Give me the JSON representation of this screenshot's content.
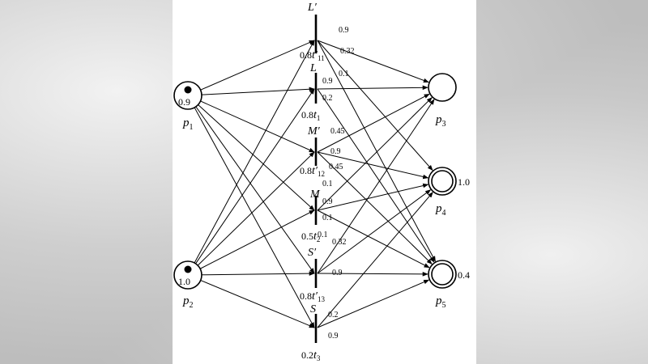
{
  "places": [
    {
      "id": "p1",
      "label": "p",
      "sub": "1",
      "token": true,
      "value": "0.9"
    },
    {
      "id": "p2",
      "label": "p",
      "sub": "2",
      "token": true,
      "value": "1.0"
    },
    {
      "id": "p3",
      "label": "p",
      "sub": "3",
      "token": false,
      "value": ""
    },
    {
      "id": "p4",
      "label": "p",
      "sub": "4",
      "token": false,
      "value": "1.0",
      "double": true
    },
    {
      "id": "p5",
      "label": "p",
      "sub": "5",
      "token": false,
      "value": "0.4",
      "double": true
    }
  ],
  "transitions": [
    {
      "id": "t11",
      "name": "L′",
      "factor": "0.8",
      "t": "t",
      "sub": "11",
      "prime": true
    },
    {
      "id": "t1",
      "name": "L",
      "factor": "0.8",
      "t": "t",
      "sub": "1",
      "prime": false
    },
    {
      "id": "t12",
      "name": "M′",
      "factor": "0.8",
      "t": "t",
      "sub": "12",
      "prime": true
    },
    {
      "id": "t2",
      "name": "M",
      "factor": "0.5",
      "t": "t",
      "sub": "2",
      "prime": false
    },
    {
      "id": "t13",
      "name": "S′",
      "factor": "0.8",
      "t": "t",
      "sub": "13",
      "prime": true
    },
    {
      "id": "t3",
      "name": "S",
      "factor": "0.2",
      "t": "t",
      "sub": "3",
      "prime": false
    }
  ],
  "weights": {
    "t11_p3": "0.9",
    "t11_p4": "0.32",
    "t11_p5": "0.1",
    "t1_p3": "0.9",
    "t1_p5": "0.2",
    "t12_p3": "0.45",
    "t12_p4": "0.9",
    "t12_p5": "0.45",
    "t2_p3": "0.1",
    "t2_p4": "0.9",
    "t2_p5": "0.1",
    "t13_p3": "0.1",
    "t13_p4": "0.32",
    "t13_p5": "0.9",
    "t3_p4": "0.2",
    "t3_p5": "0.9"
  }
}
